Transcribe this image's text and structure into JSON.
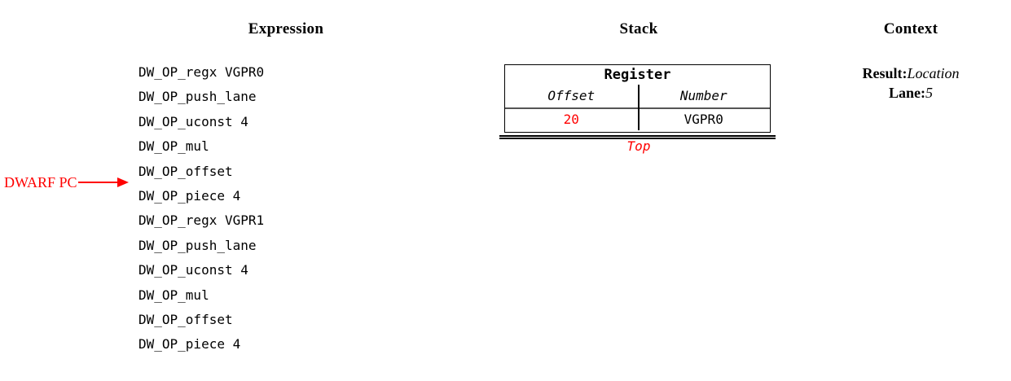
{
  "headings": {
    "expression": "Expression",
    "stack": "Stack",
    "context": "Context"
  },
  "expression": {
    "lines": [
      "DW_OP_regx VGPR0",
      "DW_OP_push_lane",
      "DW_OP_uconst 4",
      "DW_OP_mul",
      "DW_OP_offset",
      "DW_OP_piece 4",
      "DW_OP_regx VGPR1",
      "DW_OP_push_lane",
      "DW_OP_uconst 4",
      "DW_OP_mul",
      "DW_OP_offset",
      "DW_OP_piece 4"
    ],
    "pointer": {
      "label": "DWARF PC",
      "color": "#ff0000",
      "points_after_line_index": 4
    }
  },
  "stack": {
    "title": "Register",
    "columns": [
      "Offset",
      "Number"
    ],
    "rows": [
      {
        "offset": "20",
        "number": "VGPR0",
        "offset_color": "#ff0000"
      }
    ],
    "top_label": "Top",
    "top_label_color": "#ff0000"
  },
  "context": {
    "entries": [
      {
        "key": "Result:",
        "value": "Location"
      },
      {
        "key": "Lane:",
        "value": "5"
      }
    ]
  }
}
